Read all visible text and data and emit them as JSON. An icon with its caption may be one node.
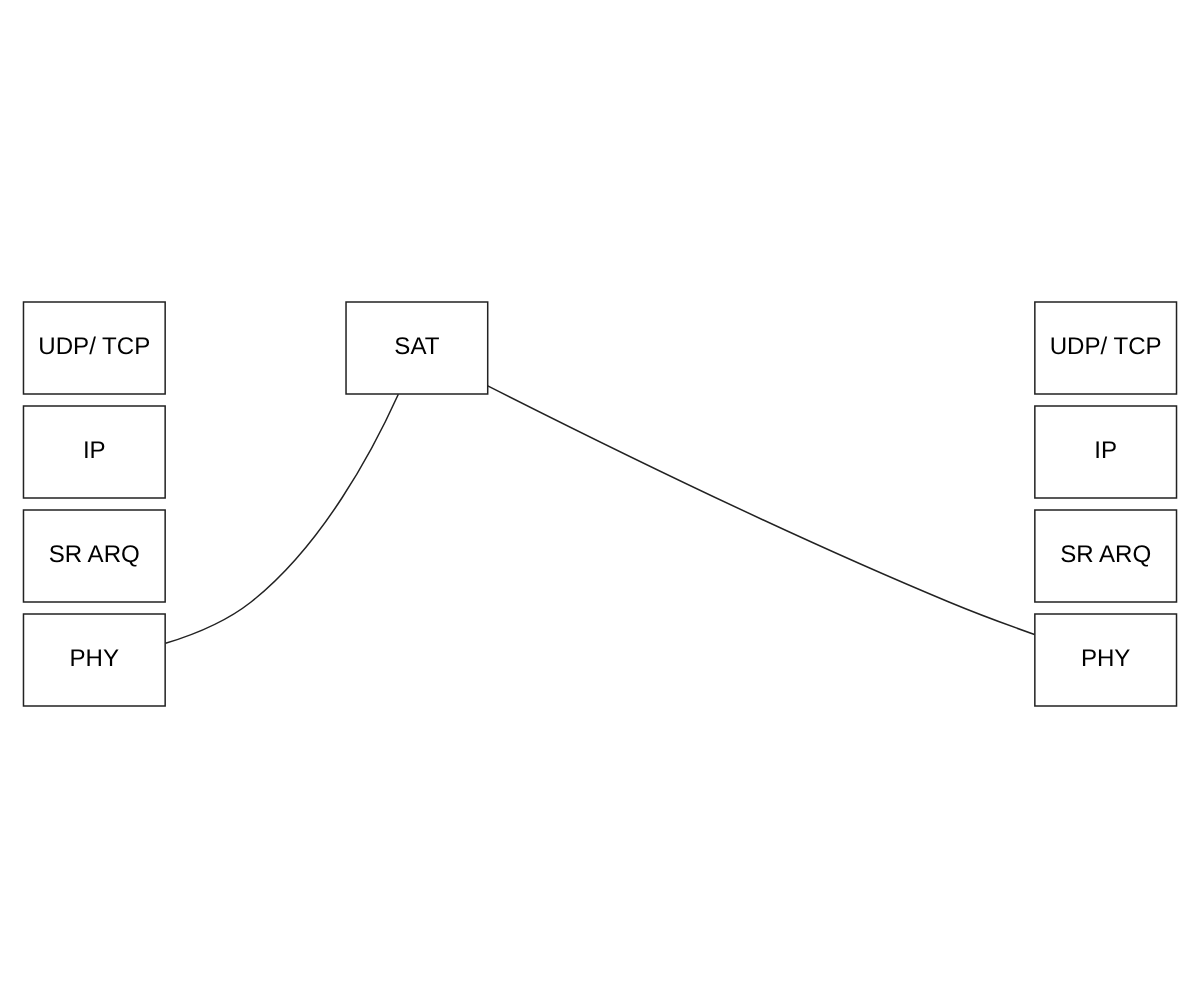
{
  "diagram": {
    "nodes": [
      {
        "text": [
          "UDP/ TCP"
        ]
      },
      {
        "text": [
          "IP"
        ]
      },
      {
        "text": [
          "SR ARQ"
        ]
      },
      {
        "text": [
          "PHY"
        ]
      },
      {
        "text": [
          "SAT"
        ]
      },
      {
        "text": [
          "UDP/ TCP"
        ]
      },
      {
        "text": [
          "IP"
        ]
      },
      {
        "text": [
          "SR ARQ"
        ]
      },
      {
        "text": [
          "PHY"
        ]
      }
    ],
    "edges": [
      {
        "from": 3,
        "to": 4,
        "arrow": "none"
      },
      {
        "from": 4,
        "to": 8,
        "arrow": "none"
      }
    ]
  }
}
